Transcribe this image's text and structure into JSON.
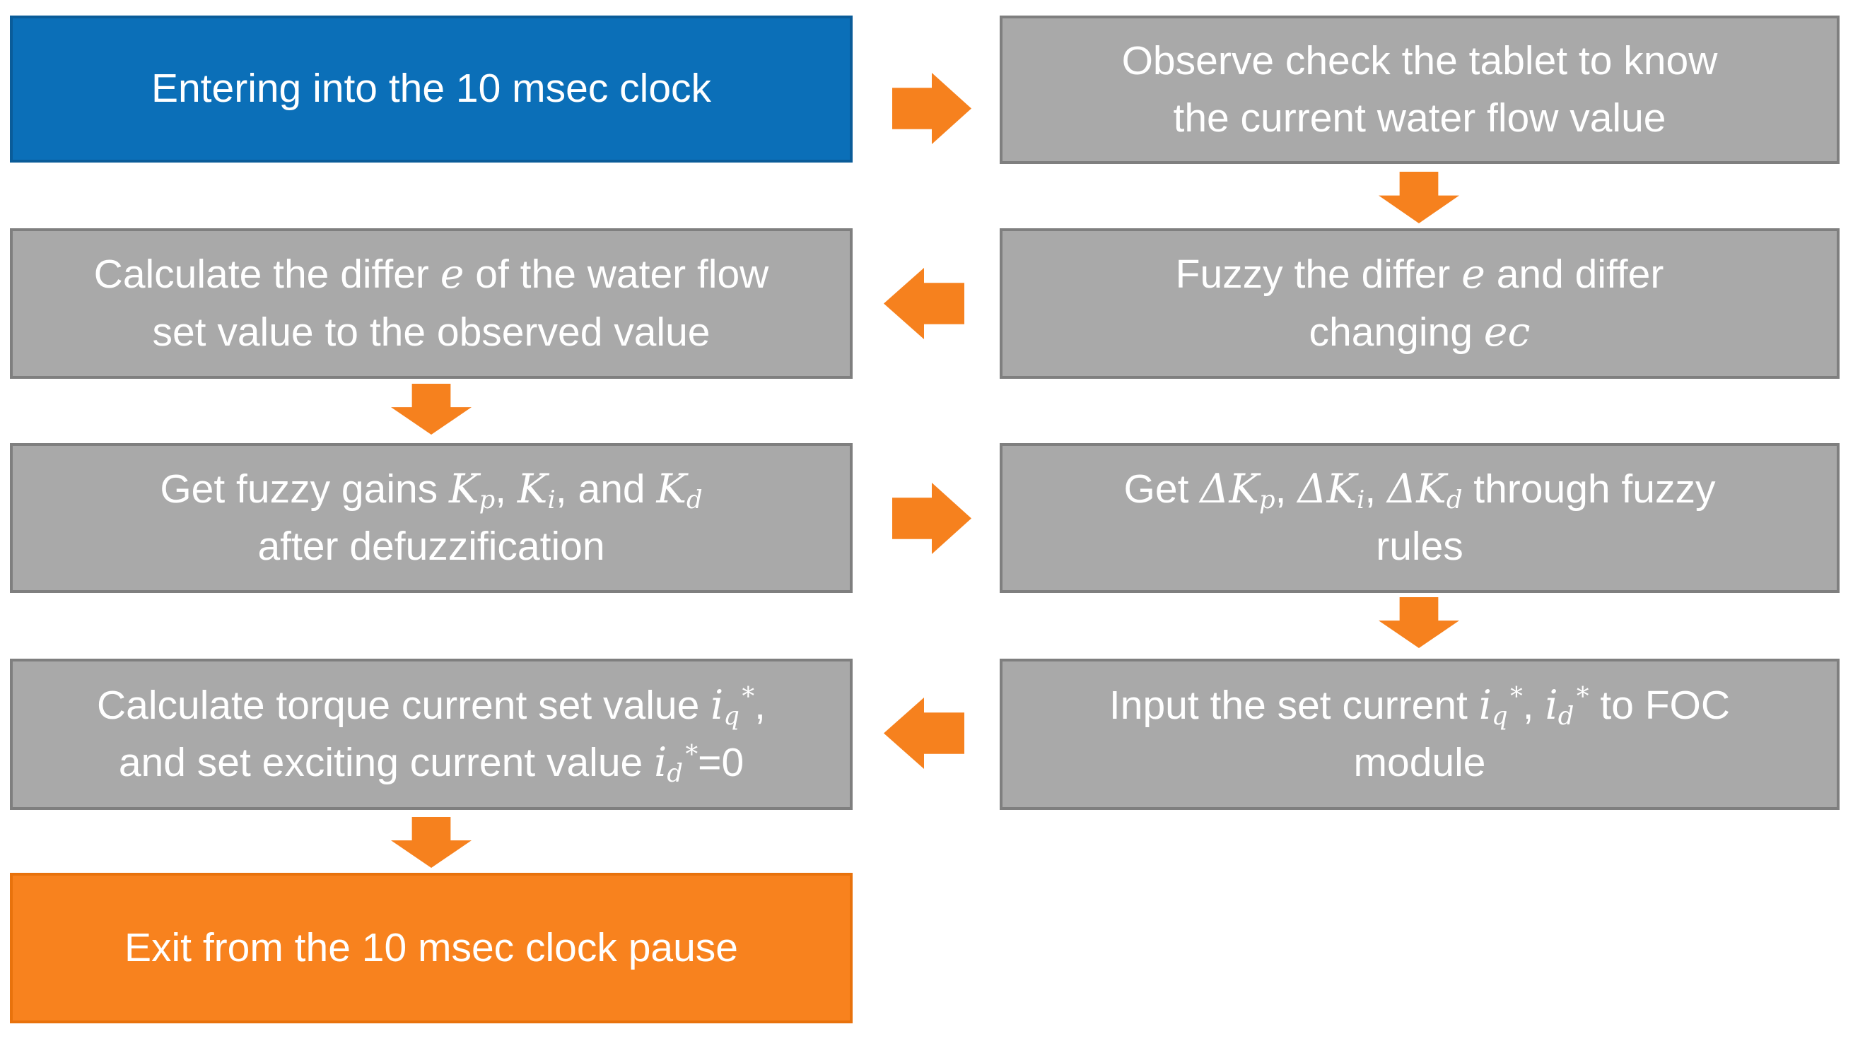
{
  "diagram": {
    "colors": {
      "background": "#FFFFFF",
      "text": "#FFFFFF",
      "blue_fill": "#0B6FB8",
      "blue_border": "#0A5C99",
      "gray_fill": "#A9A9A9",
      "gray_border": "#7F7F7F",
      "orange_fill": "#F8821E",
      "orange_border": "#E8720C",
      "arrow": "#F6811E"
    },
    "boxes": [
      {
        "id": "entering-clock",
        "variant": "blue",
        "text": "Entering into the 10 msec clock",
        "segments": [
          {
            "t": "Entering into the 10 msec clock"
          }
        ]
      },
      {
        "id": "observe-tablet",
        "variant": "gray",
        "text": "Observe check the tablet to know the current water flow value",
        "segments": [
          {
            "t": "Observe check the tablet to know"
          },
          {
            "br": true
          },
          {
            "t": "the current water flow value"
          }
        ]
      },
      {
        "id": "calculate-differ",
        "variant": "gray",
        "text": "Calculate the differ e of the water flow set value to the observed value",
        "segments": [
          {
            "t": "Calculate the differ "
          },
          {
            "t": "e",
            "m": true
          },
          {
            "t": " of the water flow"
          },
          {
            "br": true
          },
          {
            "t": "set value to the observed value"
          }
        ]
      },
      {
        "id": "fuzzy-differ",
        "variant": "gray",
        "text": "Fuzzy the differ e and differ changing ec",
        "segments": [
          {
            "t": "Fuzzy the differ "
          },
          {
            "t": "e",
            "m": true
          },
          {
            "t": " and differ"
          },
          {
            "br": true
          },
          {
            "t": "changing "
          },
          {
            "t": "ec",
            "m": true
          }
        ]
      },
      {
        "id": "get-fuzzy-gains",
        "variant": "gray",
        "text": "Get fuzzy gains Kp, Ki, and Kd after defuzzification",
        "segments": [
          {
            "t": "Get fuzzy gains "
          },
          {
            "t": "K",
            "m": true
          },
          {
            "t": "p",
            "sub": true
          },
          {
            "t": ", "
          },
          {
            "t": "K",
            "m": true
          },
          {
            "t": "i",
            "sub": true
          },
          {
            "t": ", and "
          },
          {
            "t": "K",
            "m": true
          },
          {
            "t": "d",
            "sub": true
          },
          {
            "br": true
          },
          {
            "t": "after defuzzification"
          }
        ]
      },
      {
        "id": "get-delta-gains",
        "variant": "gray",
        "text": "Get ΔKp, ΔKi, ΔKd through fuzzy rules",
        "segments": [
          {
            "t": "Get "
          },
          {
            "t": "ΔK",
            "m": true
          },
          {
            "t": "p",
            "sub": true
          },
          {
            "t": ", "
          },
          {
            "t": "ΔK",
            "m": true
          },
          {
            "t": "i",
            "sub": true
          },
          {
            "t": ", "
          },
          {
            "t": "ΔK",
            "m": true
          },
          {
            "t": "d",
            "sub": true
          },
          {
            "t": " through fuzzy"
          },
          {
            "br": true
          },
          {
            "t": "rules"
          }
        ]
      },
      {
        "id": "calculate-torque-current",
        "variant": "gray",
        "text": "Calculate torque current set value iq*, and set exciting current value id*=0",
        "segments": [
          {
            "t": "Calculate torque current set value "
          },
          {
            "t": "i",
            "m": true
          },
          {
            "t": "q",
            "sub": true
          },
          {
            "t": "*",
            "sup": true
          },
          {
            "t": ","
          },
          {
            "br": true
          },
          {
            "t": "and set exciting current value "
          },
          {
            "t": "i",
            "m": true
          },
          {
            "t": "d",
            "sub": true
          },
          {
            "t": "*",
            "sup": true
          },
          {
            "t": "=0"
          }
        ]
      },
      {
        "id": "input-set-current",
        "variant": "gray",
        "text": "Input the set current iq*, id* to FOC module",
        "segments": [
          {
            "t": "Input the set current "
          },
          {
            "t": "i",
            "m": true
          },
          {
            "t": "q",
            "sub": true
          },
          {
            "t": "*",
            "sup": true
          },
          {
            "t": ", "
          },
          {
            "t": "i",
            "m": true
          },
          {
            "t": "d",
            "sub": true
          },
          {
            "t": "*",
            "sup": true
          },
          {
            "t": " to FOC"
          },
          {
            "br": true
          },
          {
            "t": "module"
          }
        ]
      },
      {
        "id": "exit-clock",
        "variant": "orange",
        "text": "Exit from the 10 msec clock pause",
        "segments": [
          {
            "t": "Exit from the 10 msec clock pause"
          }
        ]
      }
    ],
    "arrows": [
      {
        "id": "arrow-right-row1",
        "direction": "right",
        "from": "entering-clock",
        "to": "observe-tablet"
      },
      {
        "id": "arrow-down-right-col-1",
        "direction": "down",
        "from": "observe-tablet",
        "to": "fuzzy-differ"
      },
      {
        "id": "arrow-left-row2",
        "direction": "left",
        "from": "fuzzy-differ",
        "to": "calculate-differ"
      },
      {
        "id": "arrow-down-left-col-1",
        "direction": "down",
        "from": "calculate-differ",
        "to": "get-fuzzy-gains"
      },
      {
        "id": "arrow-right-row3",
        "direction": "right",
        "from": "get-fuzzy-gains",
        "to": "get-delta-gains"
      },
      {
        "id": "arrow-down-right-col-2",
        "direction": "down",
        "from": "get-delta-gains",
        "to": "input-set-current"
      },
      {
        "id": "arrow-left-row4",
        "direction": "left",
        "from": "input-set-current",
        "to": "calculate-torque-current"
      },
      {
        "id": "arrow-down-left-col-2",
        "direction": "down",
        "from": "calculate-torque-current",
        "to": "exit-clock"
      }
    ]
  }
}
